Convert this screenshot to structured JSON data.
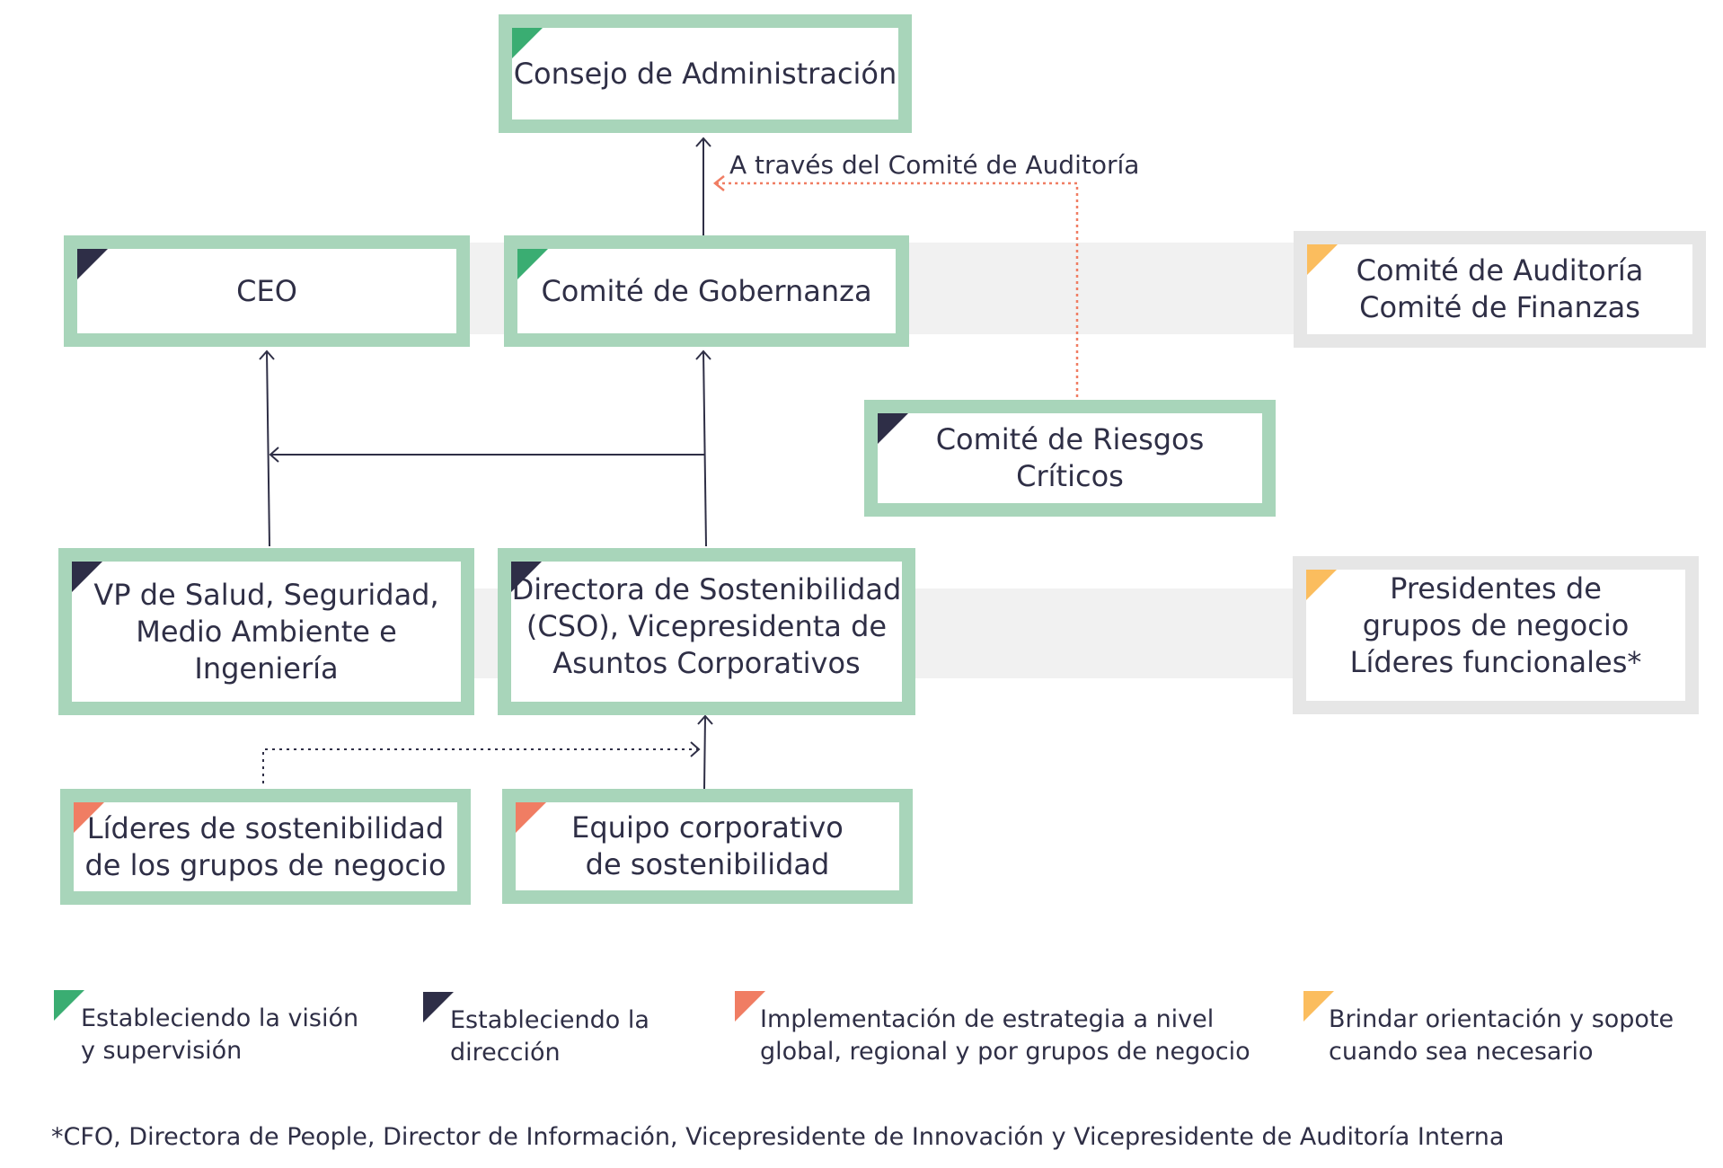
{
  "boxes": {
    "consejo": {
      "label": "Consejo de Administración",
      "level": "green"
    },
    "ceo": {
      "label": "CEO",
      "level": "navy"
    },
    "gobernanza": {
      "label": "Comité de Gobernanza",
      "level": "green"
    },
    "auditoria_finanzas": {
      "lines": [
        "Comité de Auditoría",
        "Comité de Finanzas"
      ],
      "level": "yellow"
    },
    "riesgos": {
      "label": "Comité de Riesgos Críticos",
      "level": "navy"
    },
    "vp_salud": {
      "lines": [
        "VP de Salud, Seguridad,",
        "Medio Ambiente e",
        "Ingeniería"
      ],
      "level": "navy"
    },
    "cso": {
      "lines": [
        "Directora de Sostenibilidad",
        "(CSO), Vicepresidenta de",
        "Asuntos Corporativos"
      ],
      "level": "navy"
    },
    "presidentes": {
      "lines": [
        "Presidentes de",
        "grupos de negocio",
        "Líderes funcionales*"
      ],
      "level": "yellow"
    },
    "lideres": {
      "lines": [
        "Líderes de sostenibilidad",
        "de los grupos de negocio"
      ],
      "level": "coral"
    },
    "equipo": {
      "lines": [
        "Equipo corporativo",
        "de sostenibilidad"
      ],
      "level": "coral"
    }
  },
  "annotation": "A través del Comité de Auditoría",
  "legend": [
    {
      "level": "green",
      "lines": [
        "Estableciendo la visión",
        "y supervisión"
      ]
    },
    {
      "level": "navy",
      "lines": [
        "Estableciendo la",
        "dirección"
      ]
    },
    {
      "level": "coral",
      "lines": [
        "Implementación de estrategia a nivel",
        "global, regional y por grupos de negocio"
      ]
    },
    {
      "level": "yellow",
      "lines": [
        "Brindar orientación y sopote",
        "cuando sea necesario"
      ]
    }
  ],
  "footnote": "*CFO, Directora de People, Director de Información, Vicepresidente de Innovación y Vicepresidente de Auditoría Interna",
  "colors": {
    "green": "#3aad72",
    "navy": "#2e2e47",
    "coral": "#f07d63",
    "yellow": "#fbbd5e",
    "box_border": "#a8d5ba",
    "grey_border": "#e6e6e6",
    "band": "#f1f1f1"
  }
}
